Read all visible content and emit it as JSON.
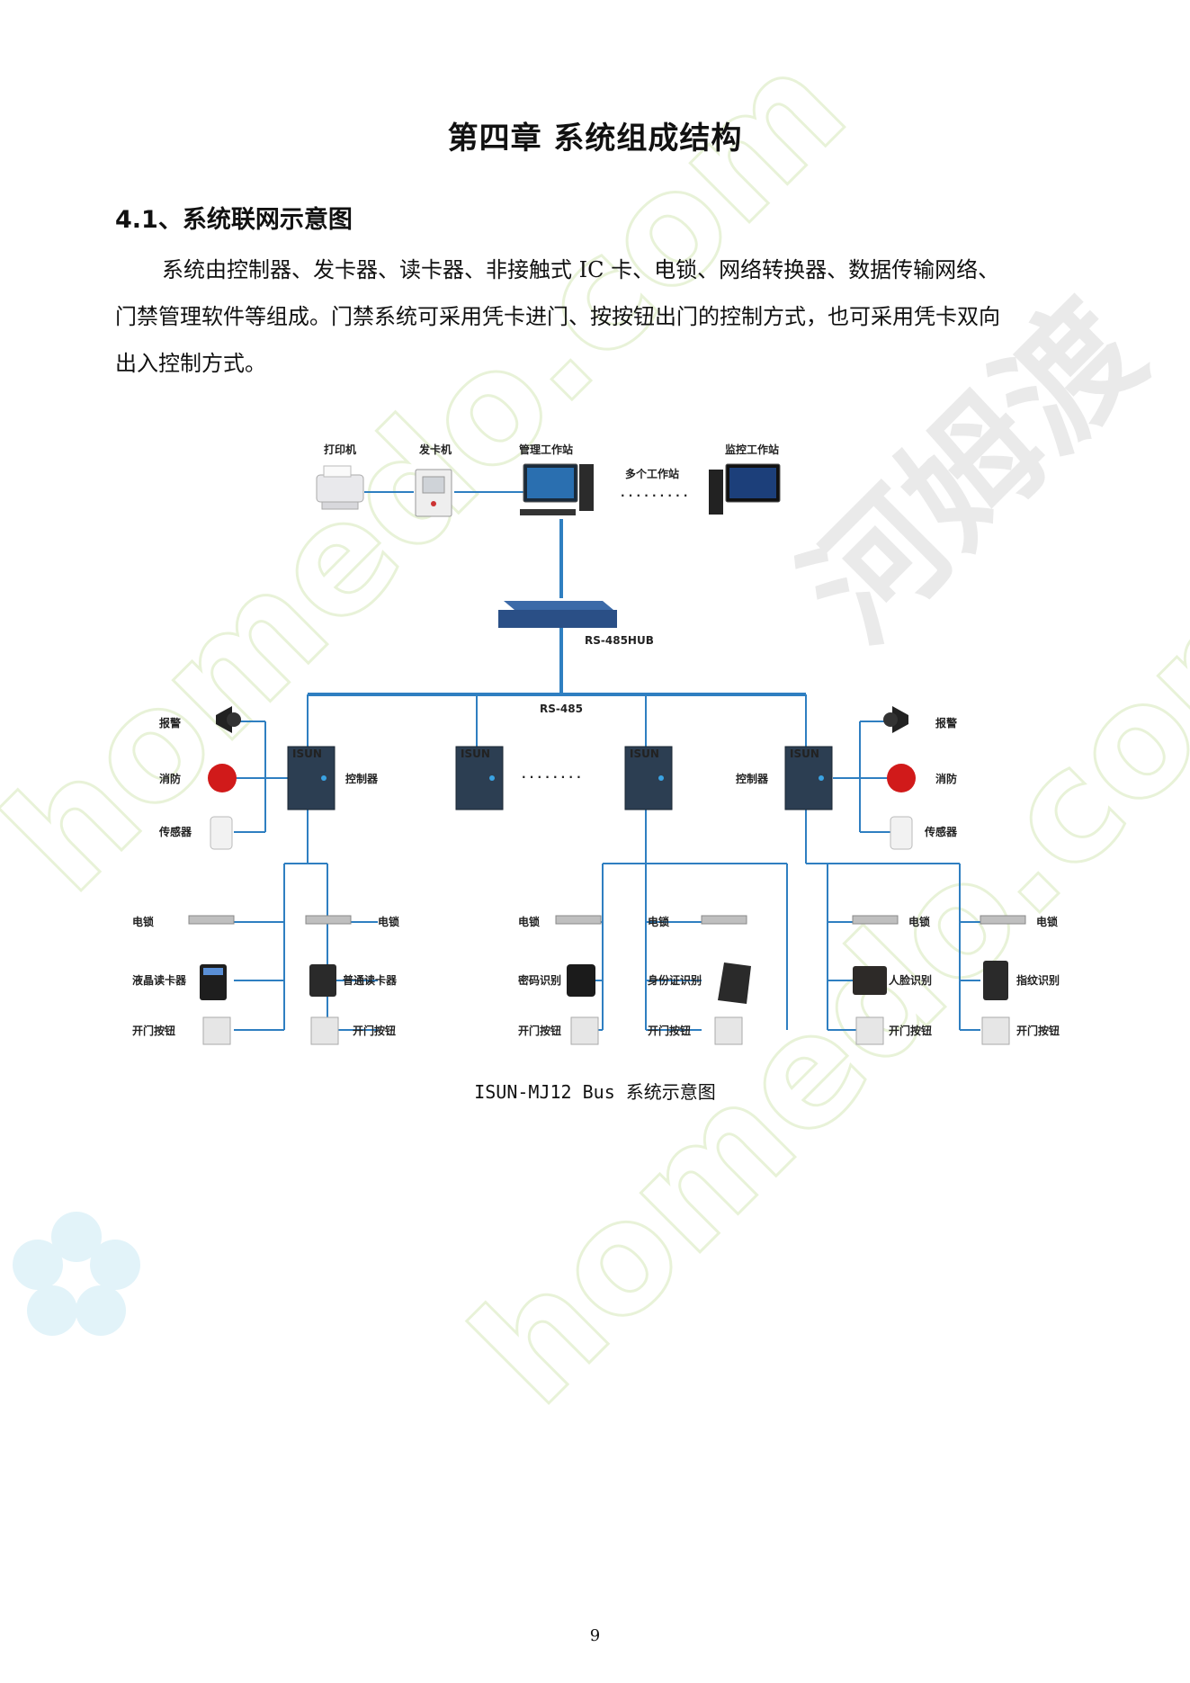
{
  "watermark": {
    "text": "homedo.com",
    "brand": "河姆渡",
    "color": "#e9f3d6"
  },
  "chapter_title": "第四章  系统组成结构",
  "section_title": "4.1、系统联网示意图",
  "paragraph": {
    "line1": "系统由控制器、发卡器、读卡器、非接触式 IC 卡、电锁、网络转换器、数据传输网络、",
    "line2": "门禁管理软件等组成。门禁系统可采用凭卡进门、按按钮出门的控制方式，也可采用凭卡双向",
    "line3": "出入控制方式。"
  },
  "diagram": {
    "line_color": "#2f7fc1",
    "top": {
      "printer": "打印机",
      "card_issuer": "发卡机",
      "mgmt_station": "管理工作站",
      "multi_station": "多个工作站",
      "dots": "· · · · · · · · ·",
      "monitor_station": "监控工作站"
    },
    "hub_label": "RS-485HUB",
    "bus_label": "RS-485",
    "controller_brand": "ISUN",
    "controller_label": "控制器",
    "ctrl_dots": "· · · · · · · ·",
    "alarm": "报警",
    "fire": "消防",
    "sensor": "传感器",
    "bottom": {
      "lock": "电锁",
      "lcd_reader": "液晶读卡器",
      "normal_reader": "普通读卡器",
      "password": "密码识别",
      "id_card": "身份证识别",
      "face": "人脸识别",
      "fingerprint": "指纹识别",
      "exit_button": "开门按钮"
    }
  },
  "caption": "ISUN-MJ12 Bus 系统示意图",
  "page_number": "9"
}
